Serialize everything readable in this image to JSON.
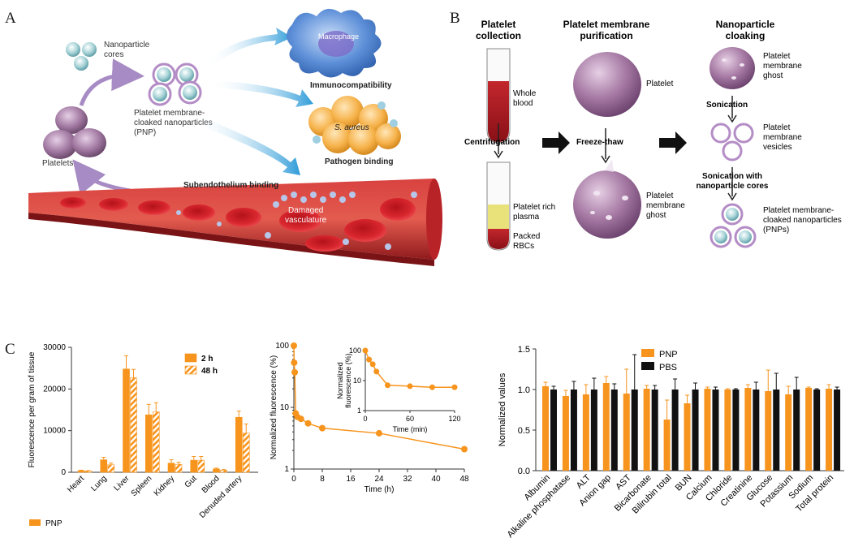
{
  "panels": {
    "A": "A",
    "B": "B",
    "C": "C"
  },
  "panelA": {
    "nanoparticle_cores": [
      "Nanoparticle",
      "cores"
    ],
    "macrophage": "Macrophage",
    "immunocompatibility": "Immunocompatibility",
    "pnp": [
      "Platelet membrane-",
      "cloaked nanoparticles",
      "(PNP)"
    ],
    "s_aureus": "S. aureus",
    "pathogen_binding": "Pathogen binding",
    "platelets": "Platelets",
    "subendothelium_binding": "Subendothelium binding",
    "damaged_vasculature": [
      "Damaged",
      "vasculature"
    ]
  },
  "panelB": {
    "col1_title": [
      "Platelet",
      "collection"
    ],
    "col2_title": [
      "Platelet membrane",
      "purification"
    ],
    "col3_title": [
      "Nanoparticle",
      "cloaking"
    ],
    "whole_blood": [
      "Whole",
      "blood"
    ],
    "centrifugation": "Centrifugation",
    "platelet_rich_plasma": [
      "Platelet rich",
      "plasma"
    ],
    "packed_rbcs": [
      "Packed",
      "RBCs"
    ],
    "platelet": "Platelet",
    "freeze_thaw": "Freeze-thaw",
    "platelet_membrane_ghost_b": [
      "Platelet",
      "membrane",
      "ghost"
    ],
    "platelet_membrane_ghost_c": [
      "Platelet",
      "membrane",
      "ghost"
    ],
    "sonication": "Sonication",
    "vesicles": [
      "Platelet",
      "membrane",
      "vesicles"
    ],
    "sonication_with": [
      "Sonication with",
      "nanoparticle cores"
    ],
    "pnps": [
      "Platelet membrane-",
      "cloaked nanoparticles",
      "(PNPs)"
    ]
  },
  "colors": {
    "orange": "#f7941d",
    "black": "#111111",
    "blood": "#c2272d",
    "plasma": "#e9e27a",
    "platelet": "#9b6f9b",
    "macrophage": "#4a7fd0",
    "bacteria": "#f5b04a"
  },
  "chart_data": [
    {
      "type": "bar",
      "ylabel": "Fluorescence per gram of tissue",
      "ylim": [
        0,
        30000
      ],
      "yticks": [
        0,
        10000,
        20000,
        30000
      ],
      "categories": [
        "Heart",
        "Lung",
        "Liver",
        "Spleen",
        "Kidney",
        "Gut",
        "Blood",
        "Denuded artery"
      ],
      "series": [
        {
          "name": "2 h",
          "values": [
            400,
            3000,
            24800,
            13800,
            2200,
            2900,
            800,
            13200
          ],
          "errors": [
            100,
            600,
            3200,
            2500,
            800,
            900,
            200,
            1500
          ]
        },
        {
          "name": "48 h",
          "values": [
            300,
            1800,
            22700,
            14500,
            1900,
            2900,
            500,
            9400
          ],
          "errors": [
            100,
            400,
            2000,
            2200,
            500,
            900,
            150,
            2200
          ]
        }
      ],
      "legend_position": "top-right",
      "footnote": "PNP"
    },
    {
      "type": "line",
      "ylabel": "Normalized fluorescence (%)",
      "xlabel": "Time (h)",
      "yscale": "log",
      "ylim": [
        1,
        100
      ],
      "yticks": [
        1,
        10,
        100
      ],
      "xlim": [
        0,
        48
      ],
      "xticks": [
        0,
        8,
        16,
        24,
        32,
        40,
        48
      ],
      "x": [
        0,
        0.083,
        0.25,
        0.5,
        1,
        2,
        4,
        8,
        24,
        48
      ],
      "y": [
        100,
        53,
        37,
        8,
        7,
        6.5,
        5.5,
        4.6,
        3.8,
        2.1
      ],
      "inset": {
        "ylabel": [
          "Normalized",
          "fluorescence (%)"
        ],
        "xlabel": "Time (min)",
        "yscale": "log",
        "ylim": [
          1,
          100
        ],
        "yticks": [
          1,
          10,
          100
        ],
        "xlim": [
          0,
          120
        ],
        "xticks": [
          0,
          60,
          120
        ],
        "x": [
          0,
          5,
          10,
          15,
          30,
          60,
          90,
          120
        ],
        "y": [
          100,
          50,
          35,
          20,
          7,
          6.5,
          6,
          6
        ]
      }
    },
    {
      "type": "bar",
      "ylabel": "Normalized values",
      "ylim": [
        0,
        1.5
      ],
      "yticks": [
        0.0,
        0.5,
        1.0,
        1.5
      ],
      "categories": [
        "Albumin",
        "Alkaline phosphatase",
        "ALT",
        "Anion gap",
        "AST",
        "Bicarbonate",
        "Bilirubin total",
        "BUN",
        "Calcium",
        "Chloride",
        "Creatinine",
        "Glucose",
        "Potassium",
        "Sodium",
        "Total protein"
      ],
      "series": [
        {
          "name": "PNP",
          "values": [
            1.04,
            0.92,
            0.94,
            1.08,
            0.95,
            1.01,
            0.63,
            0.83,
            1.01,
            1.0,
            1.02,
            0.98,
            0.94,
            1.02,
            1.01
          ],
          "errors": [
            0.05,
            0.07,
            0.12,
            0.08,
            0.3,
            0.04,
            0.24,
            0.1,
            0.02,
            0.01,
            0.04,
            0.26,
            0.1,
            0.01,
            0.05
          ]
        },
        {
          "name": "PBS",
          "values": [
            1.0,
            1.0,
            1.0,
            1.0,
            1.0,
            1.0,
            1.0,
            1.0,
            1.0,
            1.0,
            1.0,
            1.0,
            1.0,
            1.0,
            1.0
          ],
          "errors": [
            0.04,
            0.1,
            0.14,
            0.07,
            0.43,
            0.05,
            0.13,
            0.08,
            0.03,
            0.01,
            0.09,
            0.2,
            0.15,
            0.01,
            0.03
          ]
        }
      ],
      "legend_position": "top-left"
    }
  ]
}
